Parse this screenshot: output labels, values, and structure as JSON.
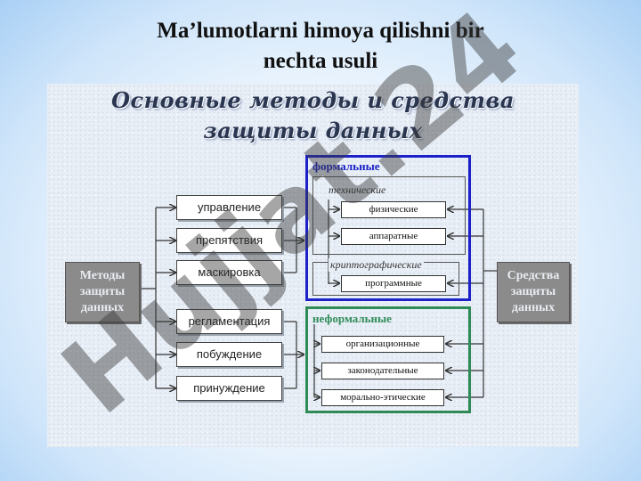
{
  "slide": {
    "title_line1": "Ma’lumotlarni himoya qilishni bir",
    "title_line2": "nechta usuli"
  },
  "diagram": {
    "heading_line1": "Основные методы и средства",
    "heading_line2": "защиты данных",
    "left_box": [
      "Методы",
      "защиты",
      "данных"
    ],
    "right_box": [
      "Средства",
      "защиты",
      "данных"
    ],
    "methods": [
      "управление",
      "препятствия",
      "маскировка",
      "регламентация",
      "побуждение",
      "принуждение"
    ],
    "formal": {
      "label": "формальные",
      "technical_label": "технические",
      "technical_items": [
        "физические",
        "аппаратные"
      ],
      "crypto_label": "криптографические",
      "crypto_items": [
        "программные"
      ]
    },
    "informal": {
      "label": "неформальные",
      "items": [
        "организационные",
        "законодательные",
        "морально-этические"
      ]
    },
    "colors": {
      "formal_frame": "#1c22c8",
      "informal_frame": "#2e8b57",
      "side_box": "#8b8b8b"
    }
  },
  "watermark": {
    "text": "Hujjat.24",
    "color": "#3a3a3a"
  }
}
